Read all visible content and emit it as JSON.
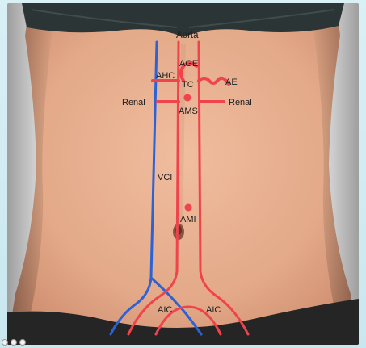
{
  "labels": {
    "aorta": "Aorta",
    "age": "AGE",
    "ahc": "AHC",
    "tc": "TC",
    "ae": "AE",
    "renal_left": "Renal",
    "renal_right": "Renal",
    "ams": "AMS",
    "vci": "VCI",
    "ami": "AMI",
    "aic_left": "AIC",
    "aic_right": "AIC"
  },
  "colors": {
    "artery": "#f0444c",
    "vein": "#2a63d6",
    "skin": "#e3aa8d",
    "bra": "#2b3536",
    "underwear": "#262525"
  }
}
